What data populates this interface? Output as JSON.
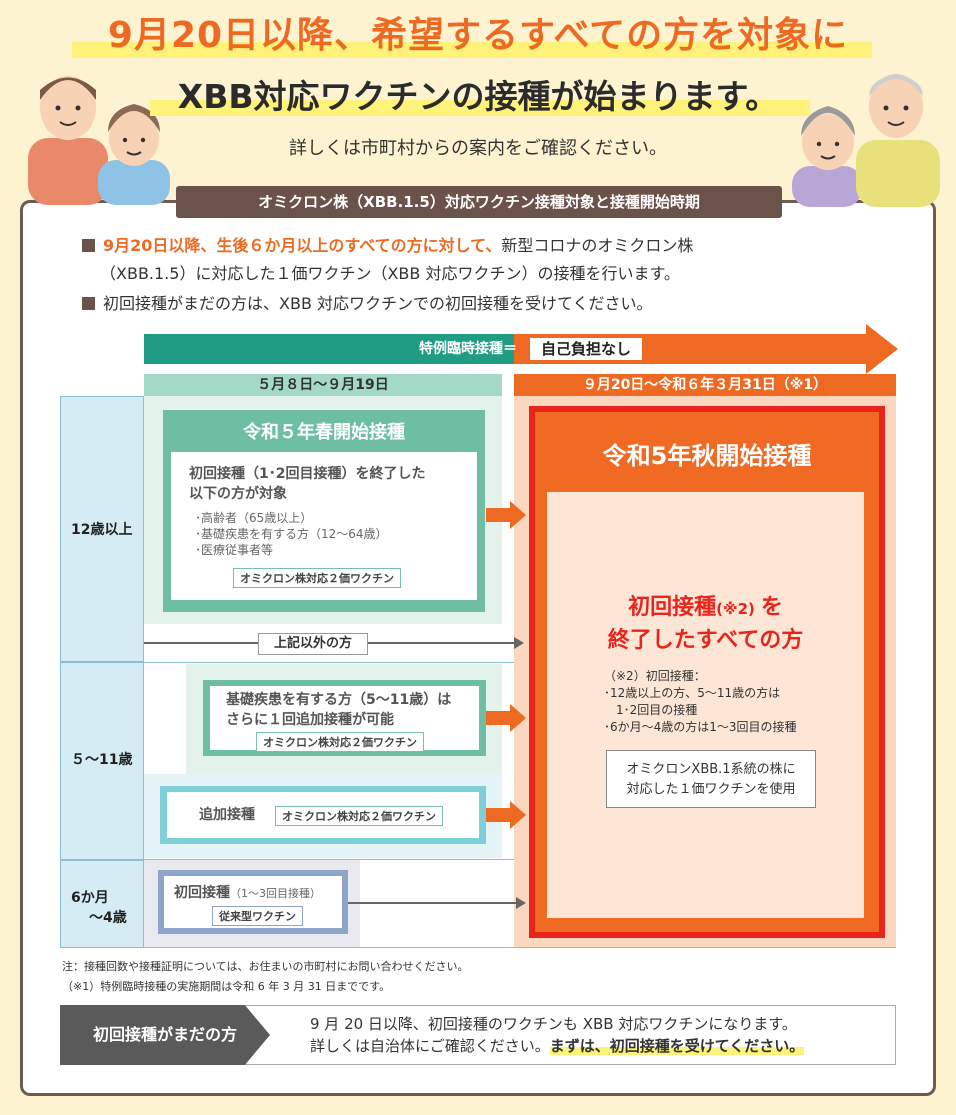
{
  "header": {
    "headline1": "9月20日以降、希望するすべての方を対象に",
    "headline2": "XBB対応ワクチンの接種が始まります。",
    "subhead": "詳しくは市町村からの案内をご確認ください。"
  },
  "card": {
    "title": "オミクロン株（XBB.1.5）対応ワクチン接種対象と接種開始時期",
    "bullet1_highlight": "9月20日以降、生後６か月以上のすべての方に対して、",
    "bullet1_rest": "新型コロナのオミクロン株",
    "bullet1_line2": "（XBB.1.5）に対応した１価ワクチン（XBB 対応ワクチン）の接種を行います。",
    "bullet2": "初回接種がまだの方は、XBB 対応ワクチンでの初回接種を受けてください。"
  },
  "chart": {
    "tokurei_label": "特例臨時接種＝",
    "jiko_label": "自己負担なし",
    "period_left": "５月８日〜９月19日",
    "period_right": "９月20日〜令和６年３月31日（※1）",
    "age_12": "12歳以上",
    "age_5_11": "５〜11歳",
    "age_6m_line1": "6か月",
    "age_6m_line2": "〜4歳",
    "spring_title": "令和５年春開始接種",
    "spring_target_line1": "初回接種（1･2回目接種）を終了した",
    "spring_target_line2": "以下の方が対象",
    "spring_items": [
      "･高齢者（65歳以上）",
      "･基礎疾患を有する方（12〜64歳）",
      "･医療従事者等"
    ],
    "bivalent_badge": "オミクロン株対応２価ワクチン",
    "other_label": "上記以外の方",
    "kiso_line1": "基礎疾患を有する方（5〜11歳）は",
    "kiso_line2": "さらに１回追加接種が可能",
    "tsuika_label": "追加接種",
    "shokai_label": "初回接種",
    "shokai_note": "（1〜3回目接種）",
    "legacy_badge": "従来型ワクチン",
    "autumn_title": "令和5年秋開始接種",
    "autumn_main_a": "初回接種",
    "autumn_main_note": "(※2)",
    "autumn_main_b": "を",
    "autumn_main_line2": "終了したすべての方",
    "note2_lines": [
      "（※2）初回接種：",
      "･12歳以上の方、5〜11歳の方は",
      "　1･2回目の接種",
      "･6か月〜4歳の方は1〜3回目の接種"
    ],
    "xbb_line1": "オミクロンXBB.1系統の株に",
    "xbb_line2": "対応した１価ワクチンを使用"
  },
  "notes": {
    "note1": "注：接種回数や接種証明については、お住まいの市町村にお問い合わせください。",
    "note2": "（※1）特例臨時接種の実施期間は令和 6 年 3 月 31 日までです。"
  },
  "bottom": {
    "label": "初回接種がまだの方",
    "line1": "9 月 20 日以降、初回接種のワクチンも XBB 対応ワクチンになります。",
    "line2_plain": "詳しくは自治体にご確認ください。",
    "line2_highlight": "まずは、初回接種を受けてください。"
  },
  "colors": {
    "accent_orange": "#ee6a22",
    "teal": "#1f9c83",
    "red": "#e8251c",
    "brown": "#6b524a"
  }
}
